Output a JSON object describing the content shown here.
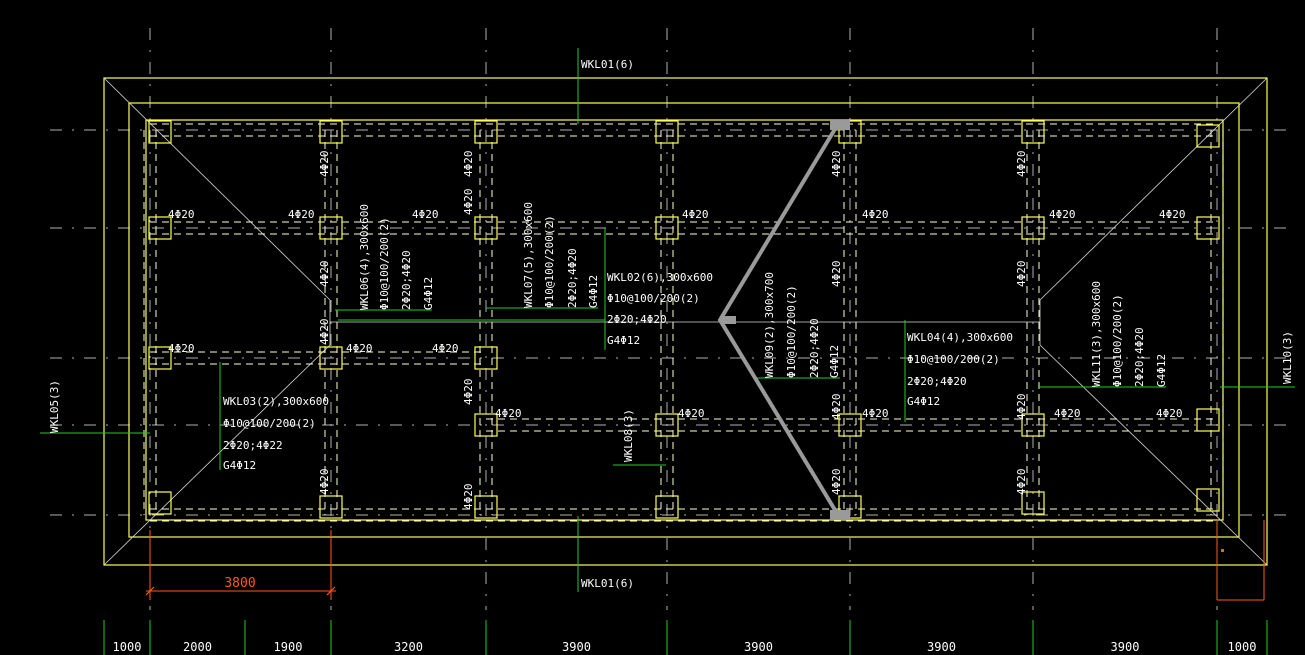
{
  "colors": {
    "background": "#000000",
    "beam_outline": "#ffff55",
    "dashed_beam": "#ffffcc",
    "leader": "#22cc22",
    "axis": "#ffffff",
    "annotation_text": "#ffffff",
    "dimension_highlight": "#ff5a1a",
    "grip": "#9a9a9a"
  },
  "beams": {
    "wkl01_top": "WKL01(6)",
    "wkl01_bottom": "WKL01(6)",
    "wkl05": "WKL05(3)",
    "wkl10": "WKL10(3)",
    "wkl08": "WKL08(3)",
    "wkl02": {
      "name": "WKL02(6),300x600",
      "stirrup": "Φ10@100/200(2)",
      "rebar": "2Φ20;4Φ20",
      "side": "G4Φ12"
    },
    "wkl03": {
      "name": "WKL03(2),300x600",
      "stirrup": "Φ10@100/200(2)",
      "rebar": "2Φ20;4Φ22",
      "side": "G4Φ12"
    },
    "wkl04": {
      "name": "WKL04(4),300x600",
      "stirrup": "Φ10@100/200(2)",
      "rebar": "2Φ20;4Φ20",
      "side": "G4Φ12"
    },
    "wkl06": {
      "name": "WKL06(4),300x600",
      "stirrup": "Φ10@100/200(2)",
      "rebar": "2Φ20;4Φ20",
      "side": "G4Φ12"
    },
    "wkl07": {
      "name": "WKL07(5),300x600",
      "stirrup": "Φ10@100/200(2)",
      "rebar": "2Φ20;4Φ20",
      "side": "G4Φ12"
    },
    "wkl09": {
      "name": "WKL09(2),300x700",
      "stirrup": "Φ10@100/200(2)",
      "rebar": "2Φ20;4Φ20",
      "side": "G4Φ12"
    },
    "wkl11": {
      "name": "WKL11(3),300x600",
      "stirrup": "Φ10@100/200(2)",
      "rebar": "2Φ20;4Φ20",
      "side": "G4Φ12"
    }
  },
  "rebar_label": "4Φ20",
  "selected_dimension": "3800",
  "bottom_dimensions": [
    "1000",
    "2000",
    "1900",
    "3200",
    "3900",
    "3900",
    "3900",
    "3900",
    "1000"
  ]
}
